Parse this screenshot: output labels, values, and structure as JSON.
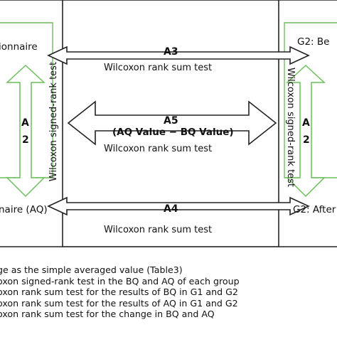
{
  "left_box": {
    "top_label": "ionnaire",
    "bottom_label": "naire (AQ)",
    "vertical_test": "Wilcoxon signed-rank test",
    "arrow_label_a": "A",
    "arrow_label_num": "2"
  },
  "right_box": {
    "top_label": "G2: Be",
    "bottom_label": "G2: After",
    "vertical_test": "Wilcoxon signed-rank test",
    "arrow_label_a": "A",
    "arrow_label_num": "2"
  },
  "a3": {
    "label": "A3",
    "test": "Wilcoxon rank sum test"
  },
  "a5": {
    "label": "A5",
    "formula": "(AQ Value − BQ Value)",
    "test": "Wilcoxon rank sum test"
  },
  "a4": {
    "label": "A4",
    "test": "Wilcoxon rank sum test"
  },
  "notes": [
    "ge as the simple averaged value (Table3)",
    "oxon signed-rank test in the BQ and AQ of each group",
    "oxon rank sum test for the results of BQ in G1 and G2",
    "oxon rank sum test for the results of AQ in G1 and G2",
    "oxon rank sum test for the change in BQ and AQ"
  ],
  "colors": {
    "green": "#6cbf5a",
    "line": "#222222"
  }
}
